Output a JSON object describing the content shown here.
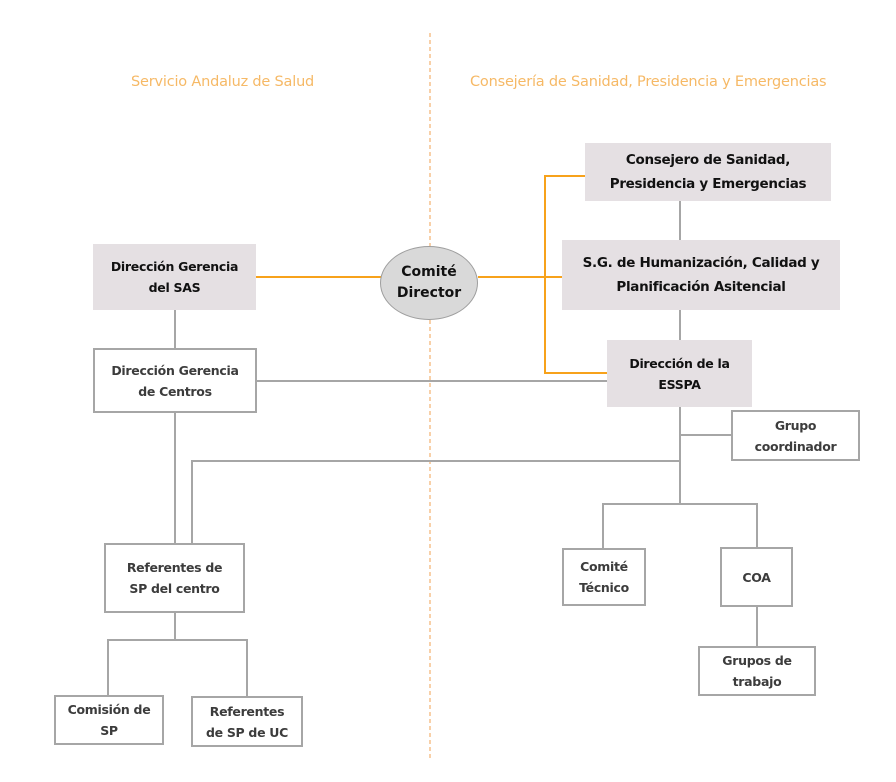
{
  "regions": {
    "left_title": "Servicio Andaluz de Salud",
    "right_title": "Consejería de Sanidad, Presidencia y Emergencias"
  },
  "colors": {
    "region_title": "#f6b966",
    "divider": "#f0a050",
    "orange_connector": "#f7a21b",
    "gray_connector": "#a6a6a6",
    "filled_node": "#e5e0e3",
    "ellipse_fill": "#d9d9d9"
  },
  "nodes": {
    "comite_director": {
      "line1": "Comité",
      "line2": "Director"
    },
    "direccion_gerencia_sas": {
      "line1": "Dirección Gerencia",
      "line2": "del SAS"
    },
    "direccion_gerencia_centros": {
      "line1": "Dirección Gerencia",
      "line2": "de Centros"
    },
    "referentes_sp_centro": {
      "line1": "Referentes de",
      "line2": "SP del centro"
    },
    "comision_sp": {
      "line1": "Comisión de",
      "line2": "SP"
    },
    "referentes_sp_uc": {
      "line1": "Referentes",
      "line2": "de SP de UC"
    },
    "consejero": {
      "line1": "Consejero de Sanidad,",
      "line2": "Presidencia y Emergencias"
    },
    "sg_humanizacion": {
      "line1": "S.G. de Humanización, Calidad y",
      "line2": "Planificación Asitencial"
    },
    "direccion_esspa": {
      "line1": "Dirección de la",
      "line2": "ESSPA"
    },
    "grupo_coordinador": {
      "line1": "Grupo",
      "line2": "coordinador"
    },
    "comite_tecnico": {
      "line1": "Comité",
      "line2": "Técnico"
    },
    "coa": {
      "line1": "COA"
    },
    "grupos_trabajo": {
      "line1": "Grupos de",
      "line2": "trabajo"
    }
  }
}
